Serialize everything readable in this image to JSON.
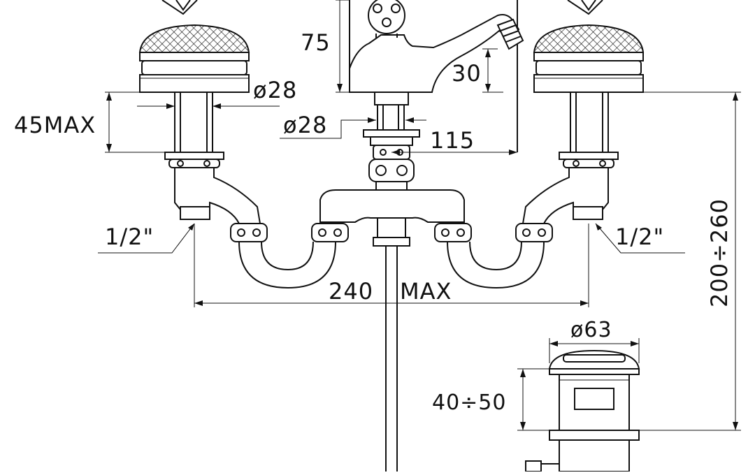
{
  "dimensions": {
    "d_75": "75",
    "d_30": "30",
    "d_28_a": "ø28",
    "d_28_b": "ø28",
    "d_45max": "45MAX",
    "d_115": "115",
    "d_half_left": "1/2\"",
    "d_half_right": "1/2\"",
    "d_240_num": "240",
    "d_240_max": "MAX",
    "d_200_260": "200÷260",
    "d_63": "ø63",
    "d_40_50": "40÷50"
  },
  "colors": {
    "line": "#111111",
    "background": "#ffffff"
  }
}
